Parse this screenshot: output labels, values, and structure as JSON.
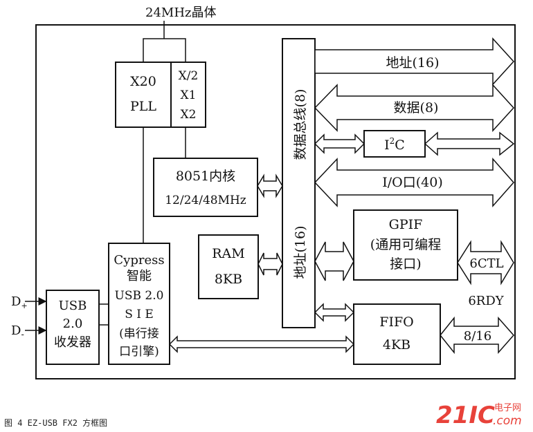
{
  "crystal_label": "24MHz晶体",
  "blocks": {
    "pll": [
      "X20",
      "PLL"
    ],
    "divider": [
      "X/2",
      "X1",
      "X2"
    ],
    "core": [
      "8051内核",
      "12/24/48MHz"
    ],
    "ram": [
      "RAM",
      "8KB"
    ],
    "sie": [
      "Cypress",
      "智能",
      "USB 2.0",
      "S I E",
      "(串行接",
      "口引擎)"
    ],
    "transceiver": [
      "USB",
      "2.0",
      "收发器"
    ],
    "gpif": [
      "GPIF",
      "(通用可编程",
      "接口)"
    ],
    "fifo": [
      "FIFO",
      "4KB"
    ],
    "i2c_base": "I",
    "i2c_sup": "2",
    "i2c_tail": "C"
  },
  "bus": {
    "data_label": "数据总线(8)",
    "addr_label": "地址(16)"
  },
  "signals": {
    "address": "地址(16)",
    "data": "数据(8)",
    "io": "I/O口(40)",
    "ctl": "6CTL",
    "rdy": "6RDY",
    "fifo_width": "8/16",
    "d_plus_base": "D",
    "d_plus_sub": "+",
    "d_minus_base": "D",
    "d_minus_sub": "-"
  },
  "caption": "图 4 EZ-USB FX2 方框图",
  "watermark": {
    "brand": "21IC",
    "cn": "电子网",
    "domain": ".com",
    "color": "#e8423a"
  }
}
